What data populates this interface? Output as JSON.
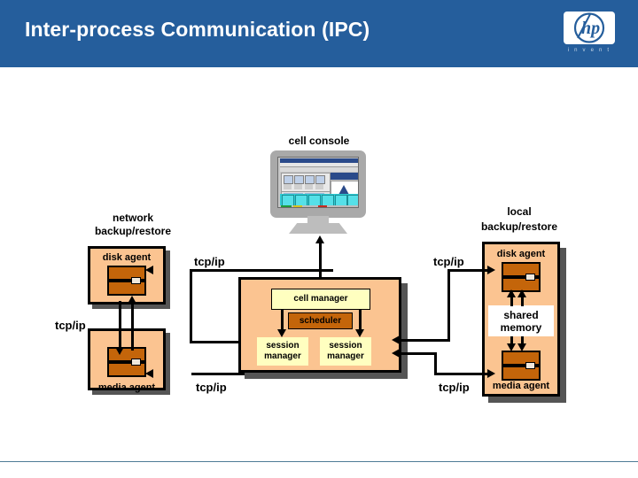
{
  "header": {
    "title": "Inter-process Communication (IPC)",
    "logo_text": "hp",
    "logo_tagline": "i n v e n t",
    "bg_color": "#255E9C",
    "title_color": "#FFFFFF"
  },
  "diagram": {
    "type": "architecture-block-diagram",
    "colors": {
      "host_fill": "#FBC491",
      "device_fill": "#C4650A",
      "panel_yellow": "#FFFFC0",
      "panel_white": "#FFFFFF",
      "border": "#000000",
      "shadow": "#555555"
    },
    "nodes": {
      "cell_console": {
        "caption": "cell console",
        "kind": "crt-monitor"
      },
      "network_group": {
        "caption_line1": "network",
        "caption_line2": "backup/restore",
        "boxes": [
          {
            "id": "net-disk-agent",
            "label": "disk agent",
            "label_position": "top"
          },
          {
            "id": "net-media-agent",
            "label": "media agent",
            "label_position": "bottom"
          }
        ]
      },
      "local_group": {
        "caption_line1": "local",
        "caption_line2": "backup/restore",
        "boxes": [
          {
            "id": "local-host",
            "labels": [
              "disk agent",
              "media agent"
            ]
          }
        ],
        "shared_memory_label_line1": "shared",
        "shared_memory_label_line2": "memory"
      },
      "cell_manager_host": {
        "cell_manager_label": "cell manager",
        "scheduler_label": "scheduler",
        "session_manager_left_line1": "session",
        "session_manager_left_line2": "manager",
        "session_manager_right_line1": "session",
        "session_manager_right_line2": "manager"
      }
    },
    "link_labels": [
      {
        "id": "tcpip-net-top",
        "text": "tcp/ip"
      },
      {
        "id": "tcpip-net-left",
        "text": "tcp/ip"
      },
      {
        "id": "tcpip-net-bottom",
        "text": "tcp/ip"
      },
      {
        "id": "tcpip-local-top",
        "text": "tcp/ip"
      },
      {
        "id": "tcpip-local-bottom",
        "text": "tcp/ip"
      }
    ]
  },
  "footer": {
    "rule_color": "#4E7C96"
  }
}
